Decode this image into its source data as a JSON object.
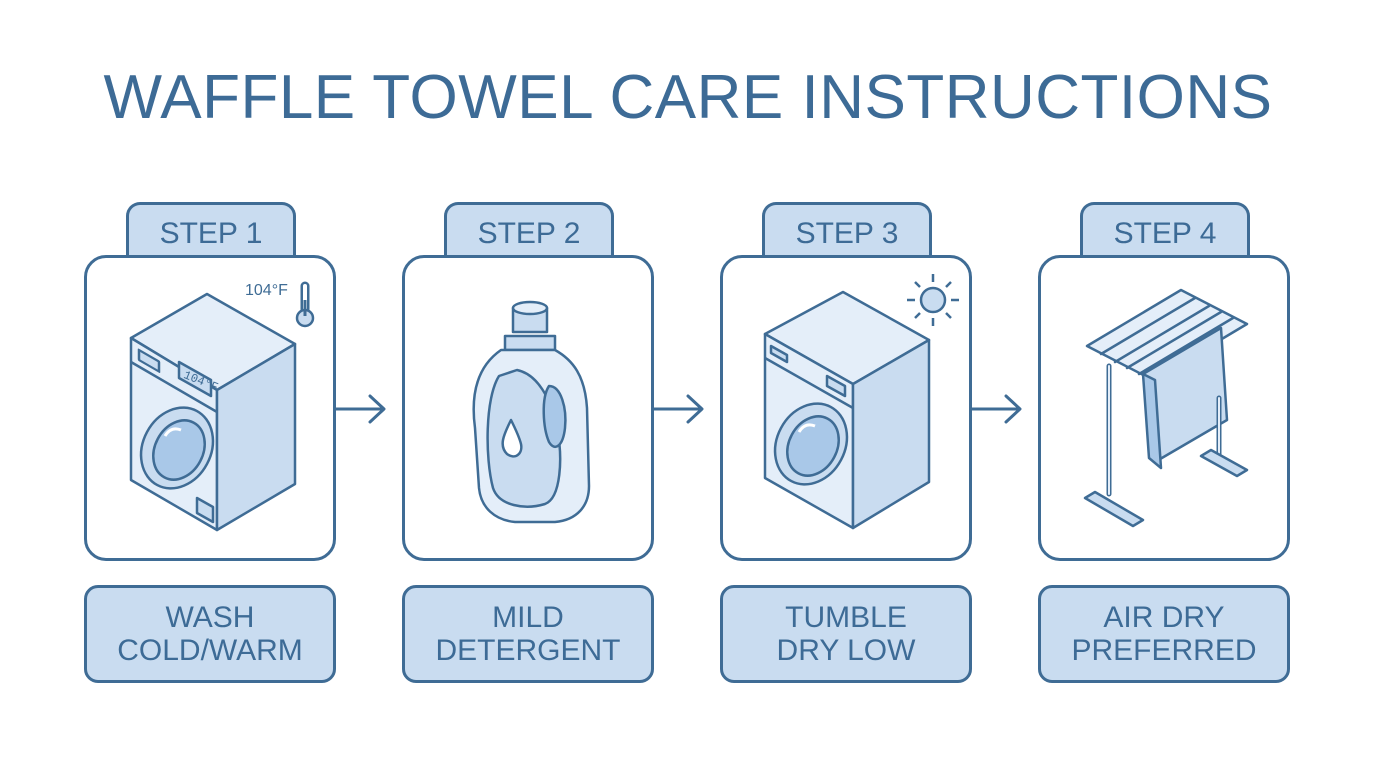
{
  "title": "WAFFLE TOWEL CARE INSTRUCTIONS",
  "colors": {
    "stroke": "#3f6c95",
    "fill": "#c9dcf0",
    "light": "#e4eef9",
    "text": "#3d6b96"
  },
  "steps": [
    {
      "tab": "STEP 1",
      "line1": "WASH",
      "line2": "COLD/WARM",
      "temp": "104°F",
      "display": "104°F",
      "icon": "washing-machine-icon"
    },
    {
      "tab": "STEP 2",
      "line1": "MILD",
      "line2": "DETERGENT",
      "icon": "detergent-bottle-icon"
    },
    {
      "tab": "STEP 3",
      "line1": "TUMBLE",
      "line2": "DRY LOW",
      "icon": "dryer-icon"
    },
    {
      "tab": "STEP 4",
      "line1": "AIR DRY",
      "line2": "PREFERRED",
      "icon": "drying-rack-icon"
    }
  ]
}
